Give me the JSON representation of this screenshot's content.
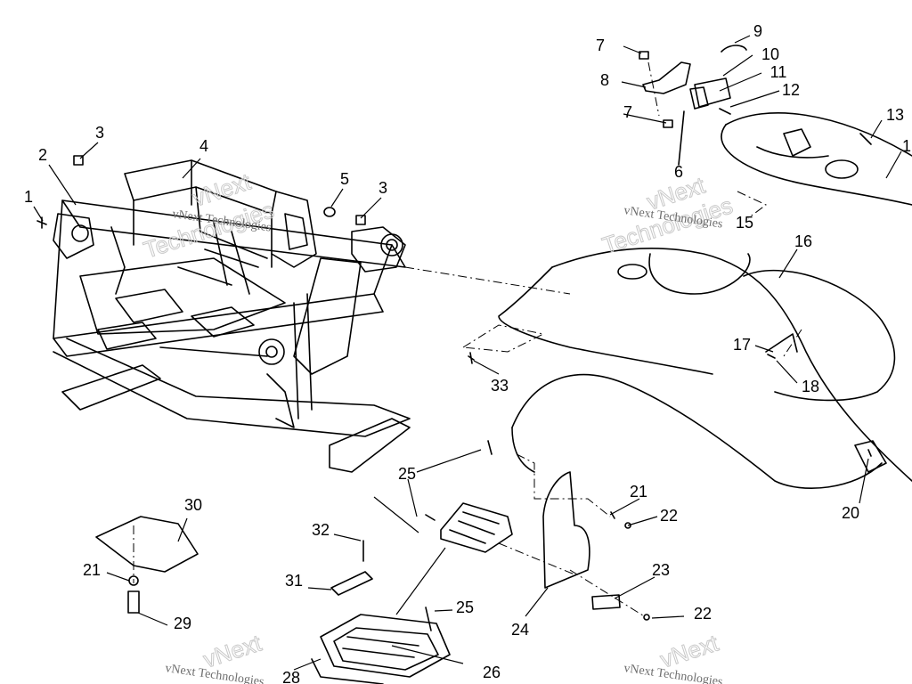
{
  "diagram": {
    "callouts": [
      {
        "id": "1",
        "label": "1"
      },
      {
        "id": "2",
        "label": "2"
      },
      {
        "id": "3a",
        "label": "3"
      },
      {
        "id": "3b",
        "label": "3"
      },
      {
        "id": "4",
        "label": "4"
      },
      {
        "id": "5",
        "label": "5"
      },
      {
        "id": "6",
        "label": "6"
      },
      {
        "id": "7a",
        "label": "7"
      },
      {
        "id": "7b",
        "label": "7"
      },
      {
        "id": "8",
        "label": "8"
      },
      {
        "id": "9",
        "label": "9"
      },
      {
        "id": "10",
        "label": "10"
      },
      {
        "id": "11",
        "label": "11"
      },
      {
        "id": "12",
        "label": "12"
      },
      {
        "id": "13",
        "label": "13"
      },
      {
        "id": "14",
        "label": "1"
      },
      {
        "id": "15",
        "label": "15"
      },
      {
        "id": "16",
        "label": "16"
      },
      {
        "id": "17",
        "label": "17"
      },
      {
        "id": "18",
        "label": "18"
      },
      {
        "id": "20",
        "label": "20"
      },
      {
        "id": "21a",
        "label": "21"
      },
      {
        "id": "21b",
        "label": "21"
      },
      {
        "id": "22a",
        "label": "22"
      },
      {
        "id": "22b",
        "label": "22"
      },
      {
        "id": "23",
        "label": "23"
      },
      {
        "id": "24",
        "label": "24"
      },
      {
        "id": "25a",
        "label": "25"
      },
      {
        "id": "25b",
        "label": "25"
      },
      {
        "id": "26",
        "label": "26"
      },
      {
        "id": "28",
        "label": "28"
      },
      {
        "id": "29",
        "label": "29"
      },
      {
        "id": "30",
        "label": "30"
      },
      {
        "id": "31",
        "label": "31"
      },
      {
        "id": "32",
        "label": "32"
      },
      {
        "id": "33",
        "label": "33"
      }
    ],
    "watermark": {
      "main_text": "vNext Technologies",
      "outline_line_1": "vNext",
      "outline_line_2": "Technologies"
    },
    "colors": {
      "line": "#000000",
      "watermark": "#6e6e6e",
      "watermark_outline": "#c9c9c9",
      "background": "#ffffff"
    }
  }
}
